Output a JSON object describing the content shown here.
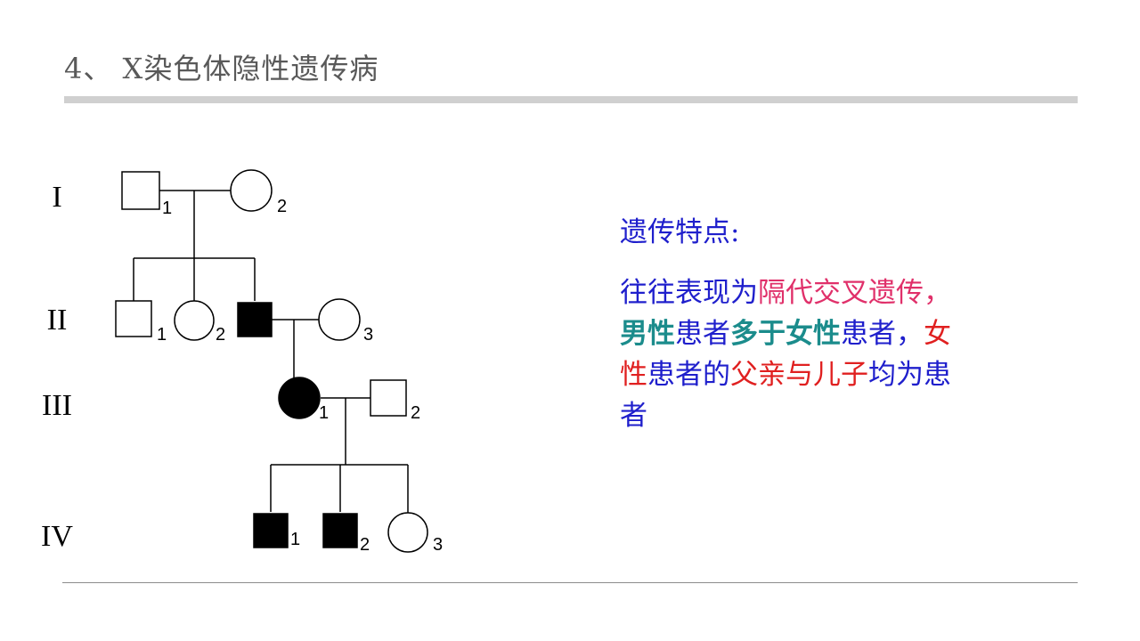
{
  "slide": {
    "title": "4、  X染色体隐性遗传病"
  },
  "pedigree": {
    "generations": [
      "I",
      "II",
      "III",
      "IV"
    ],
    "colors": {
      "line": "#000000",
      "affected": "#000000",
      "unaffected": "#ffffff"
    },
    "individuals": [
      {
        "generation": "I",
        "number": "1",
        "sex": "male",
        "affected": false
      },
      {
        "generation": "I",
        "number": "2",
        "sex": "female",
        "affected": false
      },
      {
        "generation": "II",
        "number": "1",
        "sex": "male",
        "affected": false
      },
      {
        "generation": "II",
        "number": "2",
        "sex": "female",
        "affected": false
      },
      {
        "generation": "II",
        "number": "",
        "sex": "male",
        "affected": true
      },
      {
        "generation": "II",
        "number": "3",
        "sex": "female",
        "affected": false
      },
      {
        "generation": "III",
        "number": "1",
        "sex": "female",
        "affected": true
      },
      {
        "generation": "III",
        "number": "2",
        "sex": "male",
        "affected": false
      },
      {
        "generation": "IV",
        "number": "1",
        "sex": "male",
        "affected": true
      },
      {
        "generation": "IV",
        "number": "2",
        "sex": "male",
        "affected": true
      },
      {
        "generation": "IV",
        "number": "3",
        "sex": "female",
        "affected": false
      }
    ]
  },
  "features": {
    "heading": "遗传特点:",
    "heading_color": "#1f1fcc",
    "segments": [
      {
        "text": "往往表现为",
        "color": "#1f1fcc",
        "bold": false
      },
      {
        "text": "隔代交叉遗传，",
        "color": "#e0306a",
        "bold": false
      },
      {
        "text": "男性",
        "color": "#1b8c8c",
        "bold": true
      },
      {
        "text": "患者",
        "color": "#1f1fcc",
        "bold": false
      },
      {
        "text": "多于女性",
        "color": "#1b8c8c",
        "bold": true
      },
      {
        "text": "患者，",
        "color": "#1f1fcc",
        "bold": false
      },
      {
        "text": "女性",
        "color": "#e02020",
        "bold": false
      },
      {
        "text": "患者的",
        "color": "#1f1fcc",
        "bold": false
      },
      {
        "text": "父亲与儿子",
        "color": "#e02020",
        "bold": false
      },
      {
        "text": "均为患者",
        "color": "#1f1fcc",
        "bold": false
      }
    ]
  }
}
